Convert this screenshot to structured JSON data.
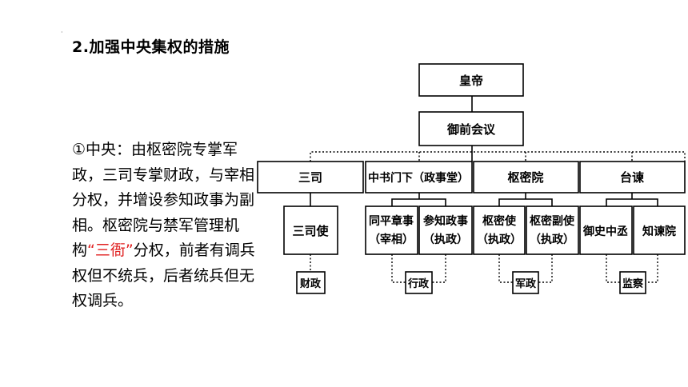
{
  "heading": "2.加强中央集权的措施",
  "paragraph": {
    "before": "①中央：由枢密院专掌军政，三司专掌财政，与宰相分权，并增设参知政事为副相。枢密院与禁军管理机构",
    "highlight": "“三衙”",
    "after": "分权，前者有调兵权但不统兵，后者统兵但无权调兵。",
    "highlight_color": "#e02020"
  },
  "diagram": {
    "top": "皇帝",
    "council": "御前会议",
    "branches": {
      "sansi": {
        "name": "三司",
        "offices": [
          "三司使"
        ],
        "function": "财政"
      },
      "zhongshu": {
        "name": "中书门下（政事堂）",
        "offices": [
          {
            "line1": "同平章事",
            "line2": "（宰相）"
          },
          {
            "line1": "参知政事",
            "line2": "（执政）"
          }
        ],
        "function": "行政"
      },
      "shumi": {
        "name": "枢密院",
        "offices": [
          {
            "line1": "枢密使",
            "line2": "（执政）"
          },
          {
            "line1": "枢密副使",
            "line2": "（执政）"
          }
        ],
        "function": "军政"
      },
      "taijian": {
        "name": "台谏",
        "offices": [
          "御史中丞",
          "知谏院"
        ],
        "function": "监察"
      }
    }
  }
}
